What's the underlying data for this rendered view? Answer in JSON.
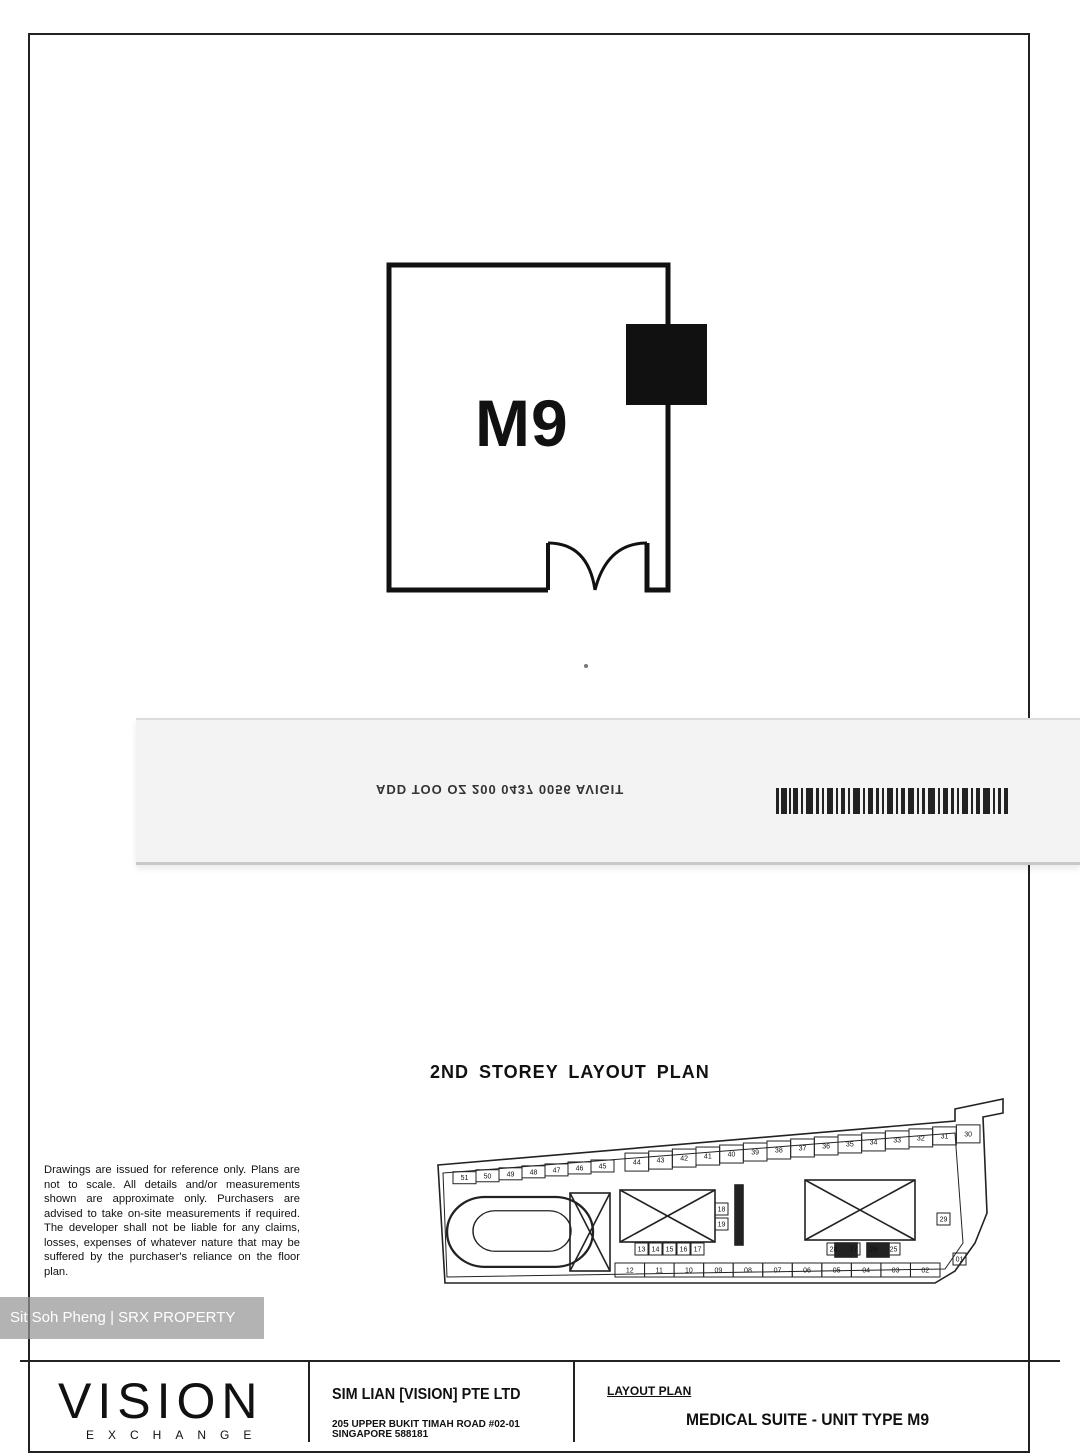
{
  "drawing": {
    "unit_label": "M9",
    "plan_title": "2ND STOREY LAYOUT PLAN",
    "disclaimer": "Drawings are issued for reference only. Plans are not to scale. All details and/or measurements shown are approximate only. Purchasers are advised to take on-site measurements if required. The developer shall not be liable for any claims, losses, expenses of whatever nature that may be suffered by the purchaser's reliance on the floor plan."
  },
  "overlay": {
    "text": "ADD TOO OZ 200 0437 0056 AVIGIT"
  },
  "watermark": {
    "text": "Sit Soh Pheng | SRX PROPERTY"
  },
  "title_block": {
    "brand": "VISION",
    "brand_sub": "EXCHANGE",
    "company": "SIM LIAN [VISION] PTE LTD",
    "address_line1": "205 UPPER BUKIT TIMAH ROAD #02-01",
    "address_line2": "SINGAPORE 588181",
    "layout_label": "LAYOUT PLAN",
    "unit_type": "MEDICAL SUITE - UNIT TYPE M9"
  },
  "site_plan": {
    "top_row_units": [
      "44",
      "43",
      "42",
      "41",
      "40",
      "39",
      "38",
      "37",
      "36",
      "35",
      "34",
      "33",
      "32",
      "31",
      "30"
    ],
    "bottom_row_units": [
      "12",
      "11",
      "10",
      "09",
      "08",
      "07",
      "06",
      "05",
      "04",
      "03",
      "02"
    ],
    "left_row_units": [
      "51",
      "50",
      "49",
      "48",
      "47",
      "46",
      "45"
    ],
    "inner_units": [
      "13",
      "14",
      "15",
      "16",
      "17",
      "18",
      "19",
      "28",
      "27",
      "26",
      "25",
      "01",
      "29"
    ]
  }
}
